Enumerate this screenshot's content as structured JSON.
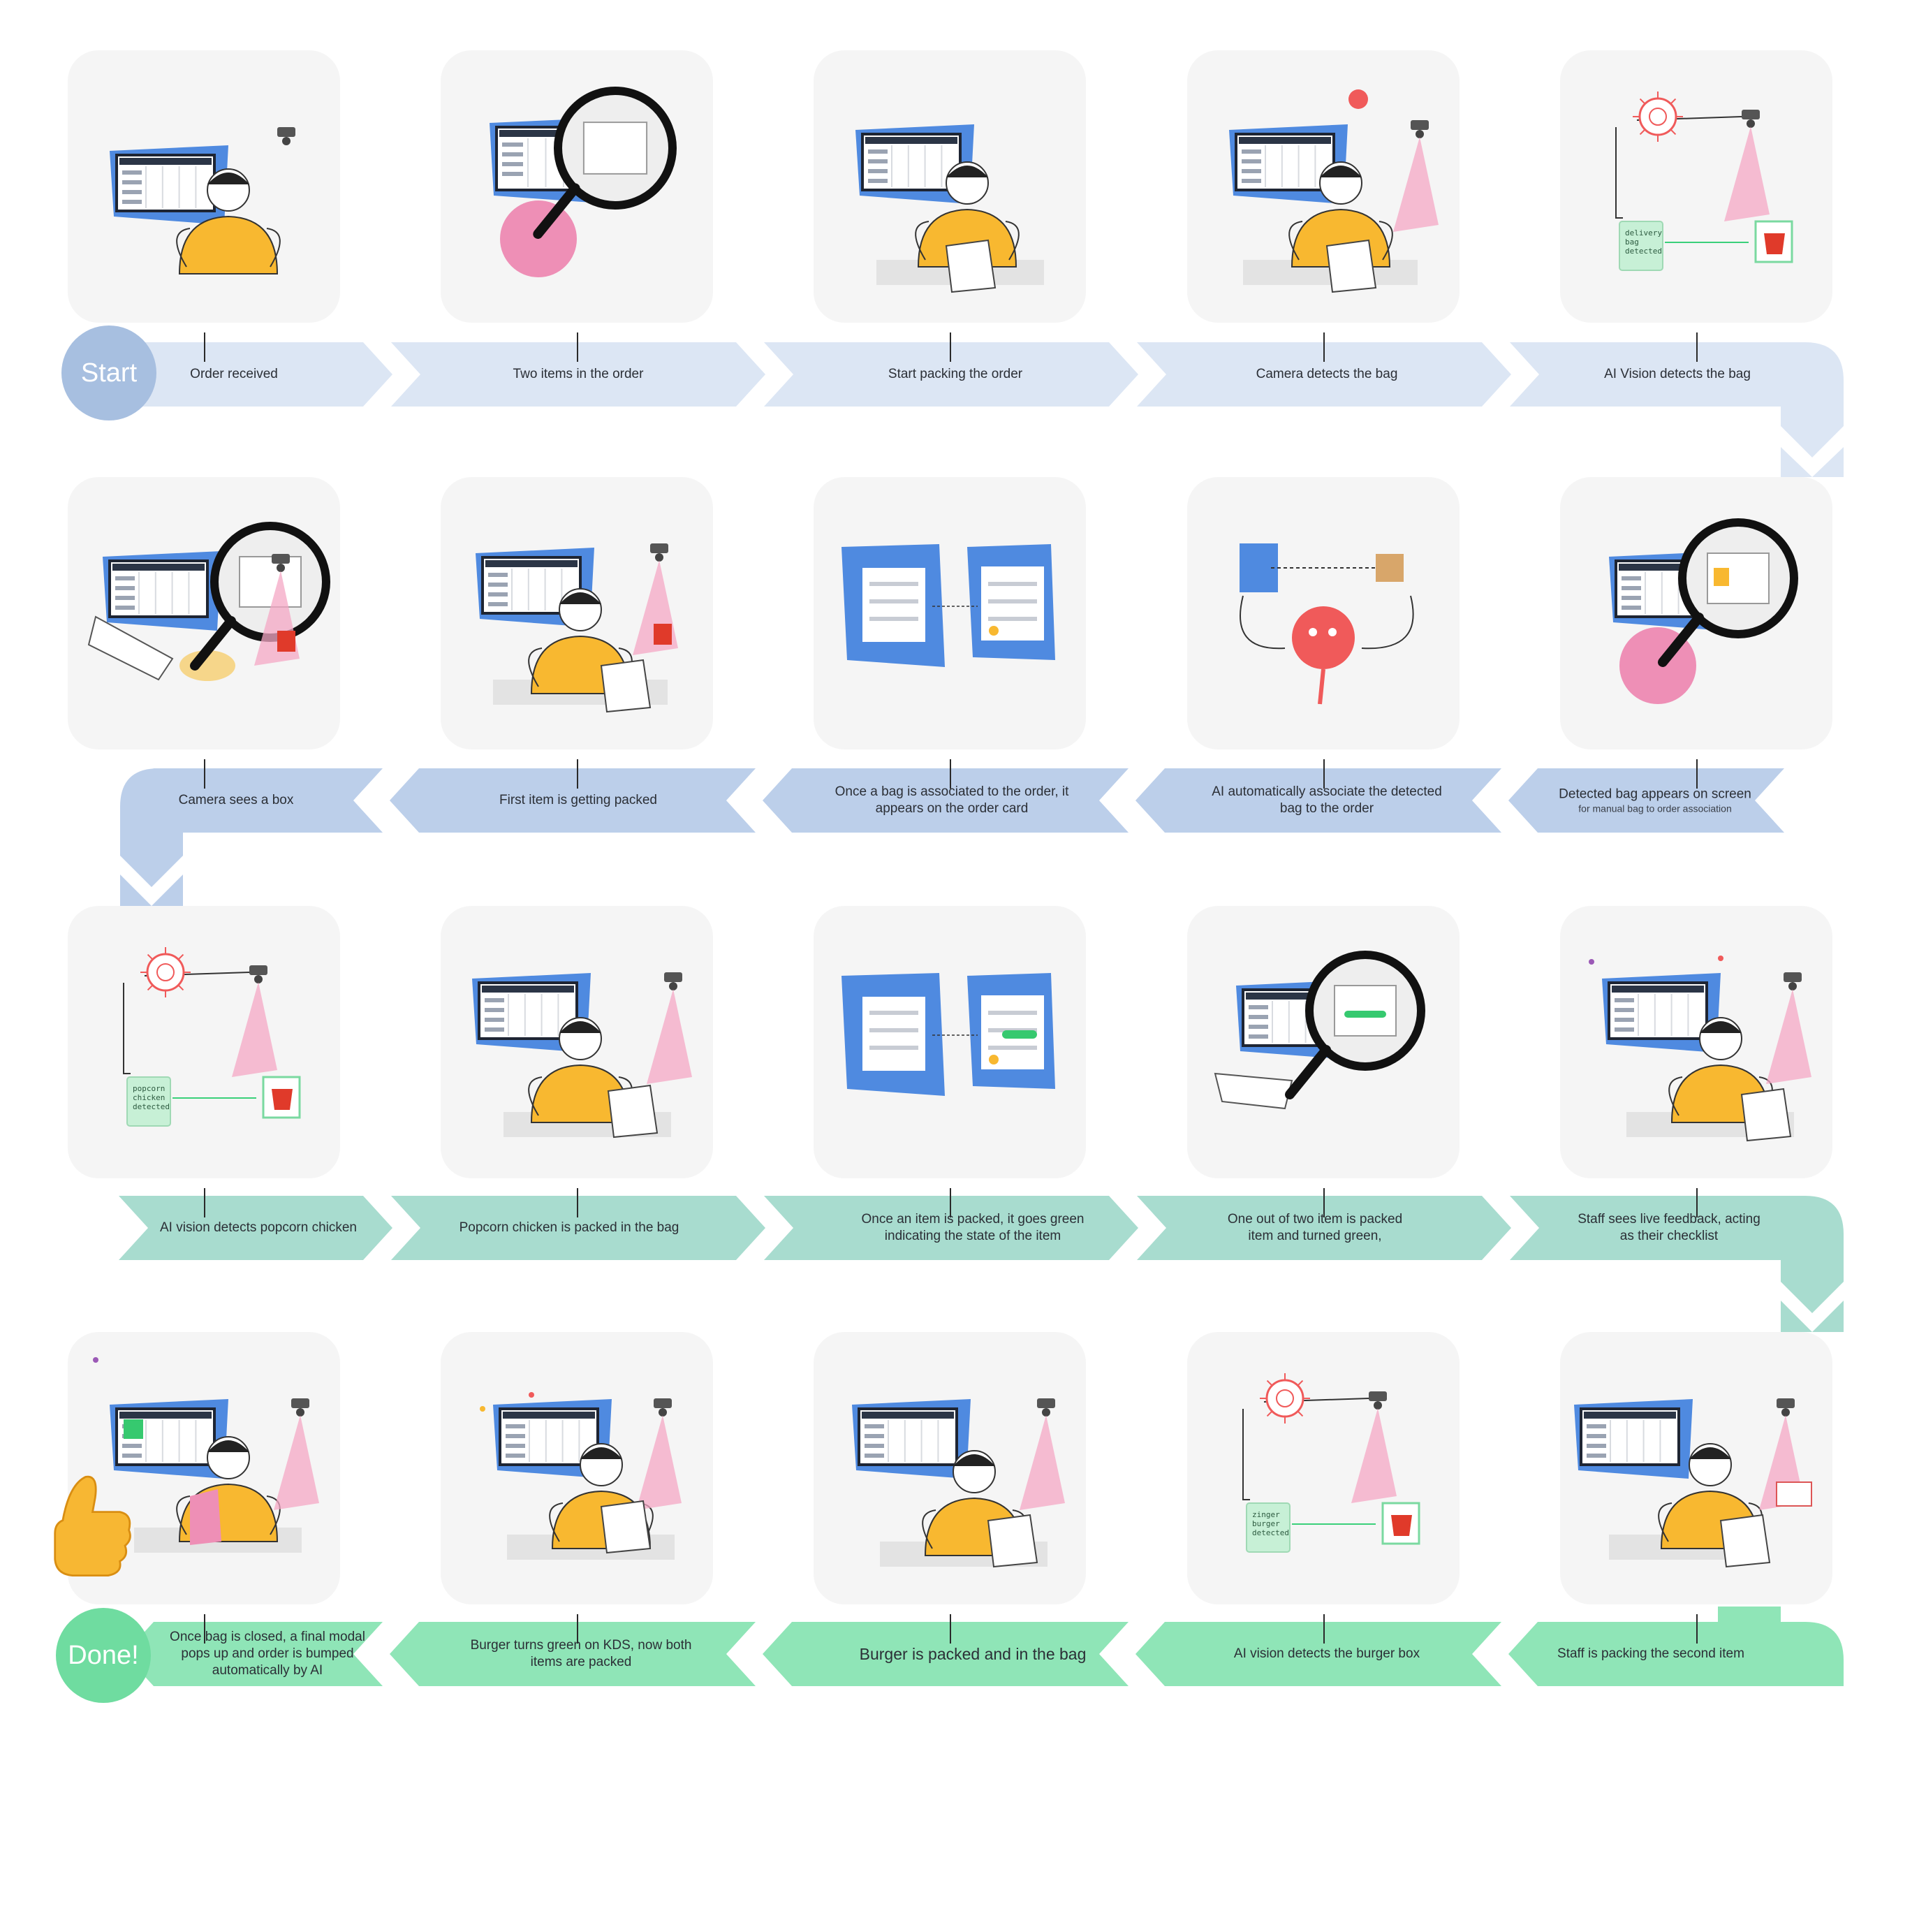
{
  "badges": {
    "start": "Start",
    "done": "Done!"
  },
  "colors": {
    "row1": "#dce6f4",
    "row2": "#bccfea",
    "row3": "#a8dccf",
    "row4": "#8fe5b7",
    "start_badge": "#a7bfe0",
    "done_badge": "#6fdca0",
    "card": "#f5f5f5",
    "screen": "#4f8ae0",
    "shirt": "#f8b830",
    "ai_red": "#f05a5a",
    "camera_cone": "#f4a7c4"
  },
  "steps": [
    {
      "label": "Order received",
      "icon": "monitor-person-icon"
    },
    {
      "label": "Two items in the order",
      "icon": "magnifier-order-icon"
    },
    {
      "label": "Start packing the order",
      "icon": "packing-person-icon"
    },
    {
      "label": "Camera detects the bag",
      "icon": "camera-bag-icon"
    },
    {
      "label": "AI Vision detects the bag",
      "icon": "ai-brain-bag-icon",
      "tag": "delivery\nbag\ndetected"
    },
    {
      "label": "Detected bag appears on screen",
      "sublabel": "for manual bag to order association",
      "icon": "magnifier-screen-icon"
    },
    {
      "label": "AI automatically associate the detected\nbag to the order",
      "icon": "ai-mascot-icon"
    },
    {
      "label": "Once a bag is associated to the order, it\nappears on the order card",
      "icon": "order-cards-icon"
    },
    {
      "label": "First item is getting packed",
      "icon": "packing-item-icon"
    },
    {
      "label": "Camera sees a box",
      "icon": "magnifier-camera-icon"
    },
    {
      "label": "AI vision detects popcorn chicken",
      "icon": "ai-brain-box-icon",
      "tag": "popcorn\nchicken\ndetected"
    },
    {
      "label": "Popcorn chicken is packed in the bag",
      "icon": "packing-bag-icon"
    },
    {
      "label": "Once an item is packed, it goes green\nindicating the state of the item",
      "icon": "order-cards-green-icon"
    },
    {
      "label": "One out of two item is packed\nitem and turned green,",
      "icon": "magnifier-order-green-icon"
    },
    {
      "label": "Staff sees live feedback, acting\nas their checklist",
      "icon": "live-feedback-icon"
    },
    {
      "label": "Staff is packing the second item",
      "icon": "packing-second-icon"
    },
    {
      "label": "AI vision detects the burger box",
      "icon": "ai-brain-burger-icon",
      "tag": "zinger\nburger\ndetected"
    },
    {
      "label": "Burger is packed and in the bag",
      "icon": "packing-burger-icon"
    },
    {
      "label": "Burger turns green on KDS, now both\nitems are packed",
      "icon": "celebrate-screen-icon"
    },
    {
      "label": "Once bag is closed, a final modal\npops up and order is bumped\nautomatically by AI",
      "icon": "thumbs-up-icon"
    }
  ]
}
